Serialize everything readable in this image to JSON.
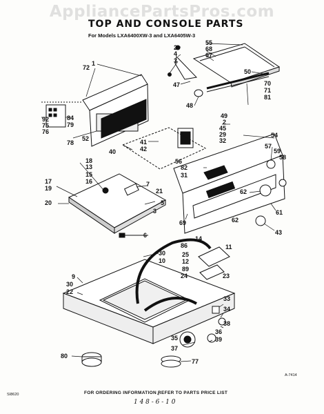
{
  "watermark": "AppliancePartsPros.com",
  "title": "TOP AND CONSOLE PARTS",
  "subtitle": "For Models LXA6400XW-3 and LXA6405W-3",
  "footer_note": "FOR ORDERING INFORMATION REFER TO PARTS PRICE LIST",
  "footer_code": "1 4 8 - 6 - 1 0",
  "footer_dot": "4",
  "left_code": "SI8620",
  "ref_code": "A-7414",
  "callouts": {
    "c2a": "2",
    "c4a": "4",
    "c3a": "3",
    "c72": "72",
    "c1": "1",
    "c55": "55",
    "c68": "68",
    "c67": "67",
    "c50": "50",
    "c47": "47",
    "c48": "48",
    "c70": "70",
    "c71": "71",
    "c81": "81",
    "c49": "49",
    "c2b": "2",
    "c45": "45",
    "c29": "29",
    "c32": "32",
    "c54": "54",
    "c92": "92",
    "c84": "84",
    "c75": "75",
    "c79": "79",
    "c76": "76",
    "c78": "78",
    "c52": "52",
    "c41": "41",
    "c42": "42",
    "c40": "40",
    "c56": "56",
    "c82": "82",
    "c31": "31",
    "c57": "57",
    "c59": "59",
    "c58": "58",
    "c18": "18",
    "c13": "13",
    "c15": "15",
    "c16": "16",
    "c7": "7",
    "c17": "17",
    "c19": "19",
    "c20": "20",
    "c21": "21",
    "c5": "5",
    "c3b": "3",
    "c62a": "62",
    "c61": "61",
    "c69": "69",
    "c62b": "62",
    "c43": "43",
    "c6": "6",
    "c30a": "30",
    "c10": "10",
    "c86": "86",
    "c14": "14",
    "c11": "11",
    "c25": "25",
    "c12": "12",
    "c89": "89",
    "c24": "24",
    "c23": "23",
    "c9": "9",
    "c30b": "30",
    "c22": "22",
    "c33": "33",
    "c34": "34",
    "c38": "38",
    "c35": "35",
    "c36": "36",
    "c39": "39",
    "c37": "37",
    "c80": "80",
    "c77": "77"
  }
}
